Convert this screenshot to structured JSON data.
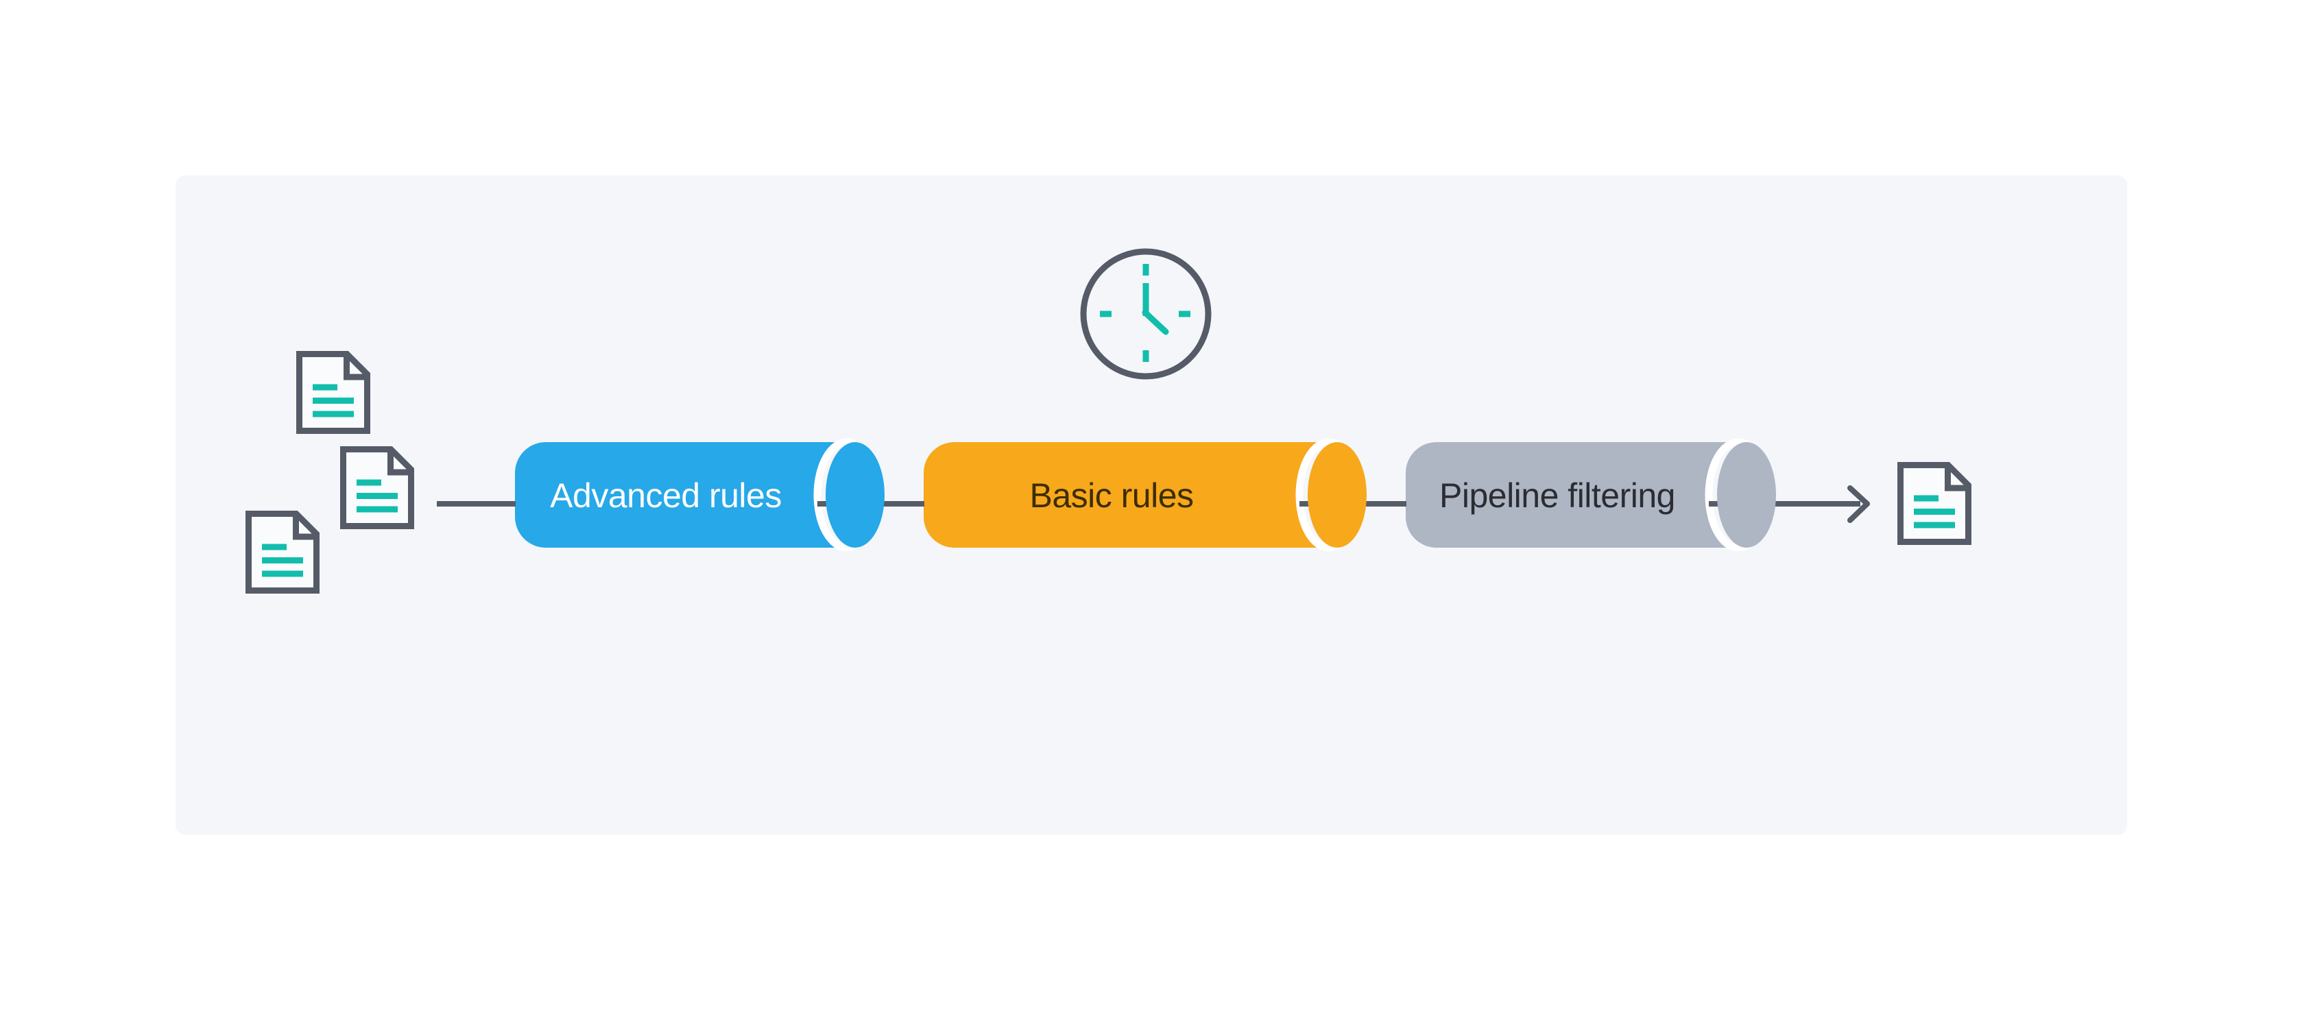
{
  "diagram": {
    "stages": [
      {
        "label": "Advanced rules",
        "color": "#27A8E8",
        "text_color": "#FFFFFF"
      },
      {
        "label": "Basic rules",
        "color": "#F7A81B",
        "text_color": "#3D2D05"
      },
      {
        "label": "Pipeline filtering",
        "color": "#AEB5C3",
        "text_color": "#2B2D33"
      }
    ],
    "input_document_count": 3,
    "output_document_count": 1,
    "icons": {
      "clock": "clock-icon",
      "document": "document-icon",
      "arrow": "arrow-right-icon"
    }
  },
  "colors": {
    "page_bg": "#FFFFFF",
    "panel_bg": "#F4F6F9",
    "stroke_dark": "#555B67",
    "teal": "#13BDAC",
    "blue": "#27A8E8",
    "orange": "#F7A81B",
    "gray": "#AEB5C3",
    "blue_text": "#FFFFFF",
    "orange_text": "#3D2D05",
    "gray_text": "#2B2D33",
    "doc_fill": "#FAFBFD",
    "gap_white": "#FFFFFF"
  }
}
